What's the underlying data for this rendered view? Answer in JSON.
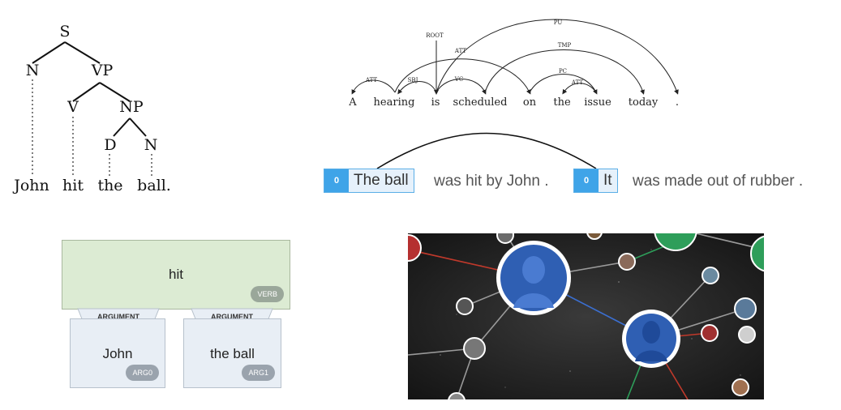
{
  "constituency_tree": {
    "nodes": {
      "s": "S",
      "n": "N",
      "vp": "VP",
      "v": "V",
      "np": "NP",
      "d": "D",
      "n2": "N"
    },
    "words": [
      "John",
      "hit",
      "the",
      "ball."
    ]
  },
  "dependency_parse": {
    "words": [
      "A",
      "hearing",
      "is",
      "scheduled",
      "on",
      "the",
      "issue",
      "today",
      "."
    ],
    "arc_labels": {
      "root": "ROOT",
      "pu": "PU",
      "tmp": "TMP",
      "att_long": "ATT",
      "att1": "ATT",
      "sbj": "SBJ",
      "vc": "VC",
      "pc": "PC",
      "att2": "ATT"
    }
  },
  "coreference": {
    "mention1": {
      "tag": "0",
      "text": "The ball"
    },
    "middle_text": "was hit by John .",
    "mention2": {
      "tag": "0",
      "text": "It"
    },
    "end_text": "was made out of rubber ."
  },
  "srl": {
    "predicate": "hit",
    "predicate_tag": "VERB",
    "argument_tab": "ARGUMENT",
    "args": [
      {
        "text": "John",
        "tag": "ARG0"
      },
      {
        "text": "the ball",
        "tag": "ARG1"
      }
    ]
  },
  "knowledge_graph": {
    "background": "#1a1a1a",
    "edge_colors": {
      "red": "#c0392b",
      "blue": "#3b6fd1",
      "green": "#2e9e5a",
      "gray": "#9a9a9a"
    },
    "node_fill": "#2f5fb3"
  }
}
